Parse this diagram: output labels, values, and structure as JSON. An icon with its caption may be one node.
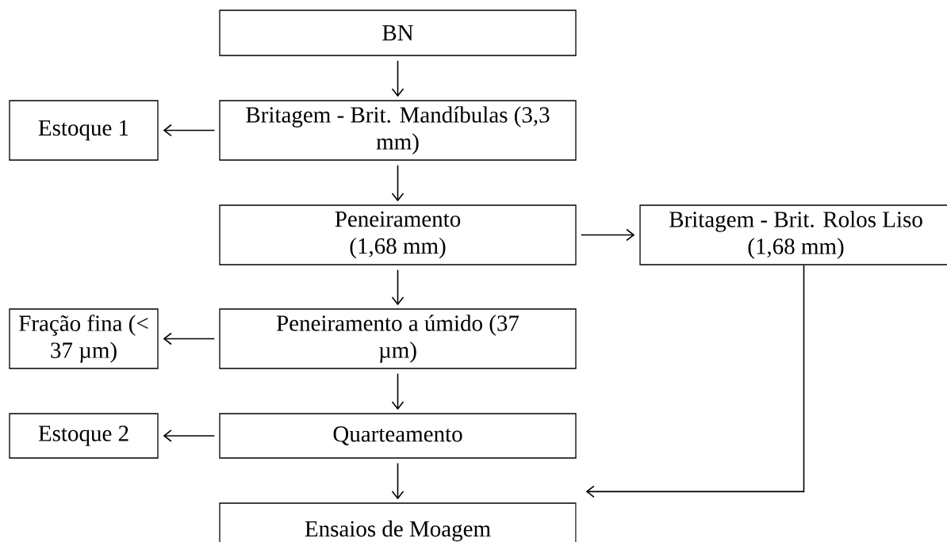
{
  "diagram": {
    "nodes": [
      {
        "text": [
          "BN"
        ]
      },
      {
        "text": [
          "Estoque 1"
        ]
      },
      {
        "text": [
          "Britagem - Brit. Mandíbulas (3,3 mm)"
        ]
      },
      {
        "text": [
          "Peneiramento (1,68 mm)"
        ]
      },
      {
        "text": [
          "Britagem - Brit. Rolos Liso (1,68 mm)"
        ]
      },
      {
        "text": [
          "Fração fina (< 37 µm)"
        ]
      },
      {
        "text": [
          "Peneiramento a úmido (37 µm)"
        ]
      },
      {
        "text": [
          "Estoque 2"
        ]
      },
      {
        "text": [
          "Quarteamento"
        ]
      },
      {
        "text": [
          "Ensaios de Moagem"
        ]
      }
    ],
    "edges": [
      {
        "from": 0,
        "to": 2,
        "arrow": "to"
      },
      {
        "from": 2,
        "to": 1,
        "arrow": "to"
      },
      {
        "from": 2,
        "to": 3,
        "arrow": "to"
      },
      {
        "from": 3,
        "to": 4,
        "arrow": "to"
      },
      {
        "from": 3,
        "to": 6,
        "arrow": "to"
      },
      {
        "from": 6,
        "to": 5,
        "arrow": "to"
      },
      {
        "from": 6,
        "to": 8,
        "arrow": "to"
      },
      {
        "from": 8,
        "to": 7,
        "arrow": "to"
      },
      {
        "from": 8,
        "to": 9,
        "arrow": "to"
      },
      {
        "from": 4,
        "to": 9,
        "arrow": "to"
      }
    ]
  }
}
